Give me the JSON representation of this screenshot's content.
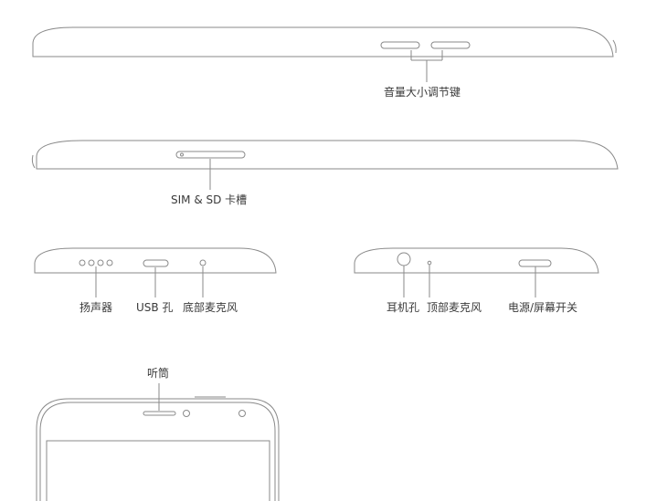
{
  "labels": {
    "volume_keys": "音量大小调节键",
    "sim_sd_slot": "SIM  & SD 卡槽",
    "speaker": "扬声器",
    "usb_port": "USB 孔",
    "bottom_mic": "底部麦克风",
    "headphone_jack": "耳机孔",
    "top_mic": "顶部麦克风",
    "power_button": "电源/屏幕开关",
    "earpiece": "听筒"
  },
  "colors": {
    "outline": "#8a8a8a",
    "text": "#3a3a3a",
    "background": "#ffffff"
  }
}
